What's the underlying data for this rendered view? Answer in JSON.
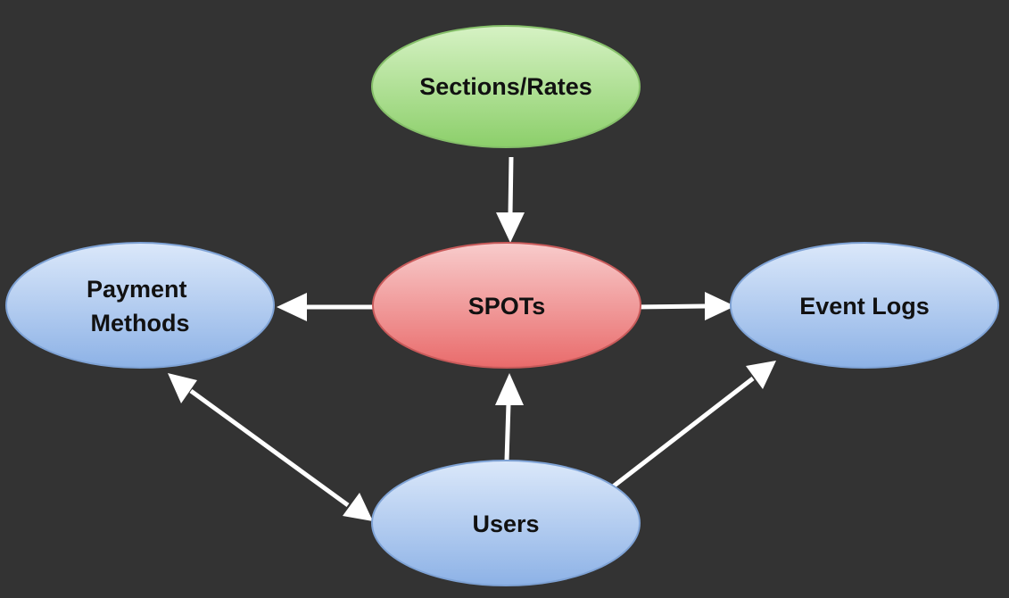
{
  "colors": {
    "background": "#333333",
    "arrow": "#ffffff",
    "green_node_top": "#d6f2c4",
    "green_node_bottom": "#8ccf6a",
    "green_node_stroke": "#86c06a",
    "red_node_top": "#f8cccc",
    "red_node_bottom": "#e96b6b",
    "red_node_stroke": "#c85a5a",
    "blue_node_top": "#dbe8fa",
    "blue_node_bottom": "#8db2e6",
    "blue_node_stroke": "#7fa3d6"
  },
  "nodes": {
    "sections_rates": "Sections/Rates",
    "spots": "SPOTs",
    "payment_methods_line1": "Payment",
    "payment_methods_line2": "Methods",
    "event_logs": "Event Logs",
    "users": "Users"
  },
  "edges": [
    {
      "from": "Sections/Rates",
      "to": "SPOTs",
      "direction": "one-way"
    },
    {
      "from": "SPOTs",
      "to": "Payment Methods",
      "direction": "one-way"
    },
    {
      "from": "SPOTs",
      "to": "Event Logs",
      "direction": "one-way"
    },
    {
      "from": "Users",
      "to": "SPOTs",
      "direction": "one-way"
    },
    {
      "from": "Users",
      "to": "Event Logs",
      "direction": "one-way"
    },
    {
      "from": "Users",
      "to": "Payment Methods",
      "direction": "two-way"
    }
  ]
}
